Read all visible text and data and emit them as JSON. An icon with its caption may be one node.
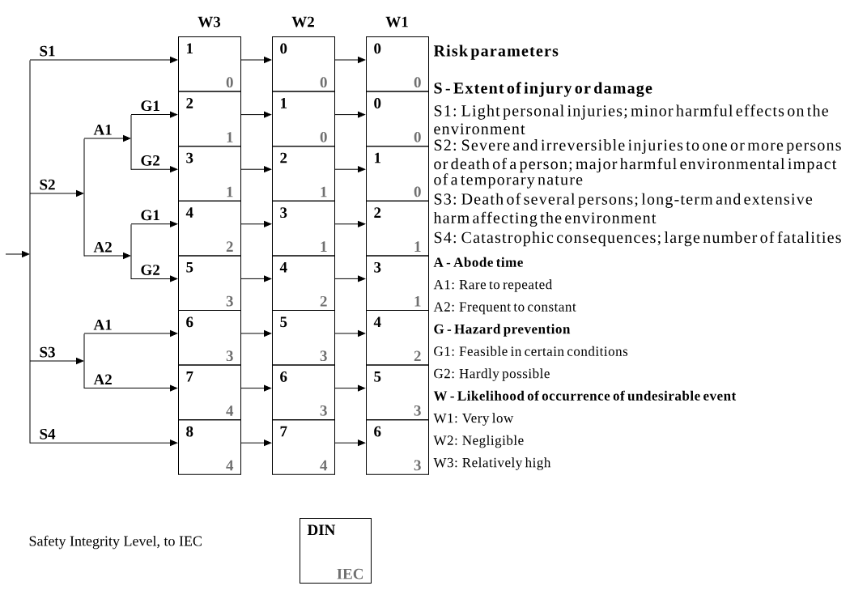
{
  "diagram": {
    "nodes": [
      {
        "text": [
          "1",
          "0"
        ]
      },
      {
        "text": [
          "0",
          "0"
        ]
      },
      {
        "text": [
          "0",
          "0"
        ]
      },
      {
        "text": [
          "2",
          "1"
        ]
      },
      {
        "text": [
          "1",
          "0"
        ]
      },
      {
        "text": [
          "0",
          "0"
        ]
      },
      {
        "text": [
          "3",
          "1"
        ]
      },
      {
        "text": [
          "2",
          "1"
        ]
      },
      {
        "text": [
          "1",
          "0"
        ]
      },
      {
        "text": [
          "4",
          "2"
        ]
      },
      {
        "text": [
          "3",
          "1"
        ]
      },
      {
        "text": [
          "2",
          "1"
        ]
      },
      {
        "text": [
          "5",
          "3"
        ]
      },
      {
        "text": [
          "4",
          "2"
        ]
      },
      {
        "text": [
          "3",
          "1"
        ]
      },
      {
        "text": [
          "6",
          "3"
        ]
      },
      {
        "text": [
          "5",
          "3"
        ]
      },
      {
        "text": [
          "4",
          "2"
        ]
      },
      {
        "text": [
          "7",
          "4"
        ]
      },
      {
        "text": [
          "6",
          "3"
        ]
      },
      {
        "text": [
          "5",
          "3"
        ]
      },
      {
        "text": [
          "8",
          "4"
        ]
      },
      {
        "text": [
          "7",
          "4"
        ]
      },
      {
        "text": [
          "6",
          "3"
        ]
      },
      {
        "text": [
          "DIN",
          "IEC"
        ]
      },
      {
        "text": [],
        "shape": "bar"
      },
      {
        "text": [],
        "shape": "bar"
      },
      {
        "text": [],
        "shape": "bar"
      },
      {
        "text": [],
        "shape": "bar"
      },
      {
        "text": [],
        "shape": "bar"
      }
    ],
    "edges": [
      {
        "from": null,
        "to": 25,
        "arrow": "to"
      },
      {
        "from": 25,
        "to": 0,
        "arrow": "to",
        "label": "S1"
      },
      {
        "from": 25,
        "to": 26,
        "arrow": "to",
        "label": "S2"
      },
      {
        "from": 26,
        "to": 27,
        "arrow": "to",
        "label": "A1"
      },
      {
        "from": 26,
        "to": 28,
        "arrow": "to",
        "label": "A2"
      },
      {
        "from": 27,
        "to": 3,
        "arrow": "to",
        "label": "G1"
      },
      {
        "from": 27,
        "to": 6,
        "arrow": "to",
        "label": "G2"
      },
      {
        "from": 28,
        "to": 9,
        "arrow": "to",
        "label": "G1"
      },
      {
        "from": 28,
        "to": 12,
        "arrow": "to",
        "label": "G2"
      },
      {
        "from": 25,
        "to": 29,
        "arrow": "to",
        "label": "S3"
      },
      {
        "from": 29,
        "to": 15,
        "arrow": "to",
        "label": "A1"
      },
      {
        "from": 29,
        "to": 18,
        "arrow": "to",
        "label": "A2"
      },
      {
        "from": 25,
        "to": 21,
        "arrow": "to",
        "label": "S4"
      },
      {
        "from": 0,
        "to": 1,
        "arrow": "to"
      },
      {
        "from": 1,
        "to": 2,
        "arrow": "to"
      },
      {
        "from": 3,
        "to": 4,
        "arrow": "to"
      },
      {
        "from": 4,
        "to": 5,
        "arrow": "to"
      },
      {
        "from": 6,
        "to": 7,
        "arrow": "to"
      },
      {
        "from": 7,
        "to": 8,
        "arrow": "to"
      },
      {
        "from": 9,
        "to": 10,
        "arrow": "to"
      },
      {
        "from": 10,
        "to": 11,
        "arrow": "to"
      },
      {
        "from": 12,
        "to": 13,
        "arrow": "to"
      },
      {
        "from": 13,
        "to": 14,
        "arrow": "to"
      },
      {
        "from": 15,
        "to": 16,
        "arrow": "to"
      },
      {
        "from": 16,
        "to": 17,
        "arrow": "to"
      },
      {
        "from": 18,
        "to": 19,
        "arrow": "to"
      },
      {
        "from": 19,
        "to": 20,
        "arrow": "to"
      },
      {
        "from": 21,
        "to": 22,
        "arrow": "to"
      },
      {
        "from": 22,
        "to": 23,
        "arrow": "to"
      }
    ],
    "labels": [
      "W3",
      "W2",
      "W1",
      "Risk parameters",
      "S - Extent of injury or damage",
      "S1: Light personal injuries; minor harmful effects on the environment",
      "S2: Severe and irreversible injuries to one or more persons or death of a person; major harmful environmental impact of a temporary nature",
      "S3: Death of several persons; long-term and extensive harm affecting the environment",
      "S4: Catastrophic consequences; large number of fatalities",
      "A - Abode time",
      "A1: Rare to repeated",
      "A2: Frequent to constant",
      "G - Hazard prevention",
      "G1: Feasible in certain conditions",
      "G2: Hardly possible",
      "W - Likelihood of occurrence of undesirable event",
      "W1: Very low",
      "W2: Negligible",
      "W3: Relatively high",
      "Safety Integrity Level, to IEC"
    ]
  }
}
